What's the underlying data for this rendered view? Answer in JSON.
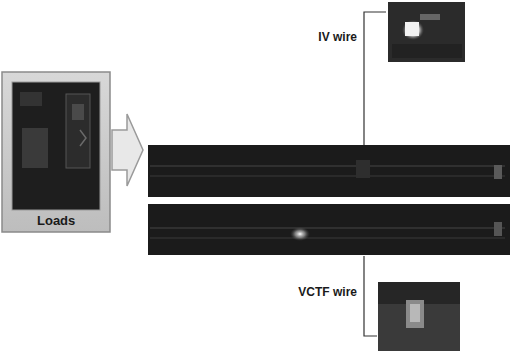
{
  "diagram": {
    "nodes": [
      {
        "text": [
          "Loads"
        ]
      }
    ],
    "labels": [
      "IV wire",
      "VCTF wire"
    ]
  }
}
